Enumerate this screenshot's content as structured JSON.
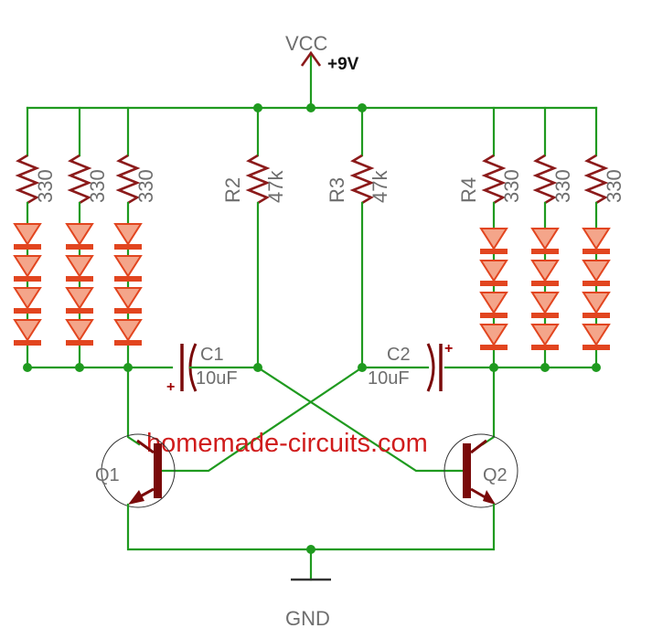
{
  "diagram": {
    "supply": {
      "label": "VCC",
      "voltage": "+9V"
    },
    "ground": {
      "label": "GND"
    },
    "watermark": "homemade-circuits.com",
    "resistors": [
      {
        "name": "",
        "value": "330"
      },
      {
        "name": "",
        "value": "330"
      },
      {
        "name": "",
        "value": "330"
      },
      {
        "name": "R2",
        "value": "47k"
      },
      {
        "name": "R3",
        "value": "47k"
      },
      {
        "name": "R4",
        "value": "330"
      },
      {
        "name": "",
        "value": "330"
      },
      {
        "name": "",
        "value": "330"
      }
    ],
    "capacitors": [
      {
        "name": "C1",
        "value": "10uF",
        "polarity": "+"
      },
      {
        "name": "C2",
        "value": "10uF",
        "polarity": "+"
      }
    ],
    "transistors": [
      {
        "name": "Q1"
      },
      {
        "name": "Q2"
      }
    ],
    "led_strings": {
      "count": 6,
      "leds_per_string": 4
    },
    "colors": {
      "wire": "#1f9a1f",
      "resistor": "#8b1a1a",
      "led_fill": "#f4a58a",
      "led_stroke": "#e2451f",
      "transistor": "#7a0a0a",
      "watermark": "#d01c1c",
      "label": "#6e6e6e"
    }
  }
}
